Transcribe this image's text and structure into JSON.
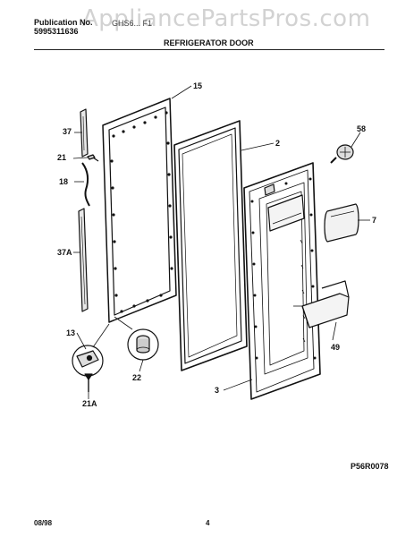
{
  "header": {
    "publication_label": "Publication No.",
    "publication_number": "5995311636",
    "model": "GHS6... F1",
    "watermark": "AppliancePartsPros.com",
    "section_title": "REFRIGERATOR DOOR"
  },
  "callouts": {
    "c15": "15",
    "c2": "2",
    "c58": "58",
    "c7": "7",
    "c37": "37",
    "c21": "21",
    "c18": "18",
    "c37A": "37A",
    "c13": "13",
    "c21A": "21A",
    "c22": "22",
    "c49": "49",
    "c3": "3"
  },
  "footer": {
    "figure_code": "P56R0078",
    "date": "08/98",
    "page_number": "4"
  }
}
